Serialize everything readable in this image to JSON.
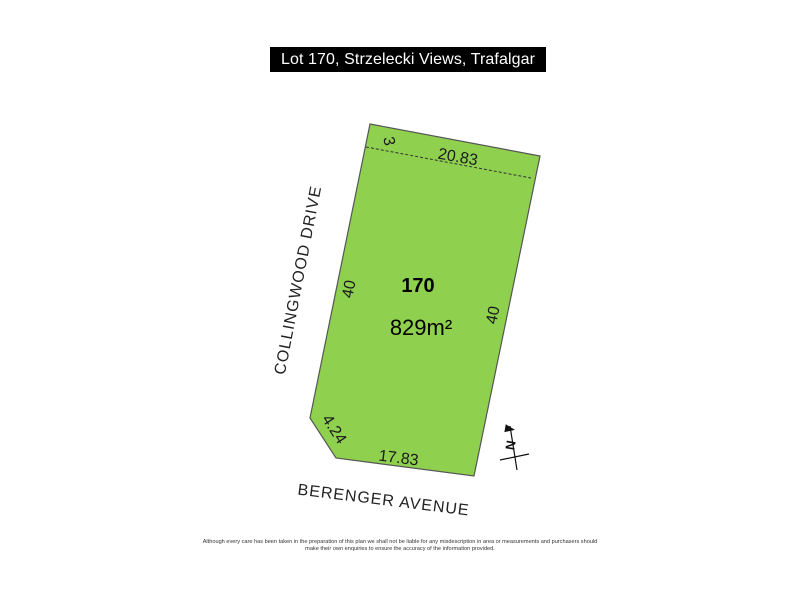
{
  "title": "Lot 170, Strzelecki Views, Trafalgar",
  "lot": {
    "number": "170",
    "area": "829m²",
    "color": "#8fd14f"
  },
  "dimensions": {
    "top": "20.83",
    "easement": "3",
    "left": "40",
    "right": "40",
    "corner": "4.24",
    "bottom": "17.83"
  },
  "roads": {
    "west": "COLLINGWOOD DRIVE",
    "south": "BERENGER AVENUE"
  },
  "north_arrow": {
    "label": "N",
    "icon": "north-arrow-icon"
  },
  "disclaimer": "Although every care has been taken in the preparation of this plan we shall not be liable for any misdescription in area or measurements and purchasers should make their own enquiries to ensure the accuracy of the information provided."
}
